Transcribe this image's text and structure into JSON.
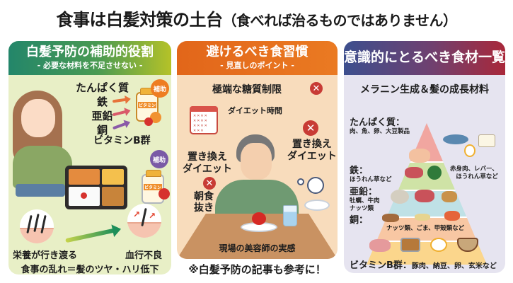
{
  "title": {
    "main": "食事は白髪対策の土台",
    "sub": "（食べれば治るものではありません）"
  },
  "colors": {
    "left_head_start": "#23866a",
    "left_head_end": "#b5c228",
    "left_bg": "#e8efc6",
    "mid_head": "#e2661a",
    "mid_bg": "#f8dcbc",
    "right_head_start": "#3d4f8e",
    "right_head_end": "#a9283a",
    "right_bg": "#e6e4f0",
    "x_icon": "#c83b35"
  },
  "left_panel": {
    "title": "白髪予防の補助的役割",
    "subtitle": "- 必要な材料を不足させない -",
    "nutrients": [
      "たんぱく質",
      "鉄",
      "亜鉛",
      "銅"
    ],
    "vitamin_b": "ビタミンB群",
    "badges": [
      {
        "label": "補助",
        "color": "#ee7d22"
      },
      {
        "label": "補助",
        "color": "#7a5aa6"
      }
    ],
    "bottle_label": "ビタミン",
    "nourished_label": "栄養が行き渡る",
    "poor_circulation_label": "血行不良",
    "bottom_note": "食事の乱れ＝髪のツヤ・ハリ低下"
  },
  "middle_panel": {
    "title": "避けるべき食習慣",
    "subtitle": "- 見直しのポイント -",
    "items": {
      "extreme_carb": "極端な糖質制限",
      "diet_period": "ダイエット時間",
      "replace_diet_left": [
        "置き換え",
        "ダイエット"
      ],
      "replace_diet_right": [
        "置き換え",
        "ダイエット"
      ],
      "skip_breakfast": [
        "朝食",
        "抜き"
      ]
    },
    "x_symbol": "✕",
    "table_caption": "現場の美容師の実感",
    "note_below": "※白髪予防の記事も参考に！"
  },
  "right_panel": {
    "title": "意識的にとるべき食材一覧",
    "subtitle": "メラニン生成＆髪の成長材料",
    "sections": [
      {
        "name": "たんぱく質：",
        "desc": "肉、魚、卵、大豆製品"
      },
      {
        "name": "鉄：",
        "desc": "ほうれん草など",
        "desc_right": [
          "赤身肉、レバー、",
          "ほうれん草など"
        ]
      },
      {
        "name": "亜鉛：",
        "desc_lines": [
          "牡蠣、牛肉",
          "ナッツ類"
        ]
      },
      {
        "name": "銅：",
        "desc": "ナッツ類、ごま、甲殻類など"
      },
      {
        "name": "ビタミンB群：",
        "desc": "豚肉、納豆、卵、玄米など"
      }
    ]
  }
}
